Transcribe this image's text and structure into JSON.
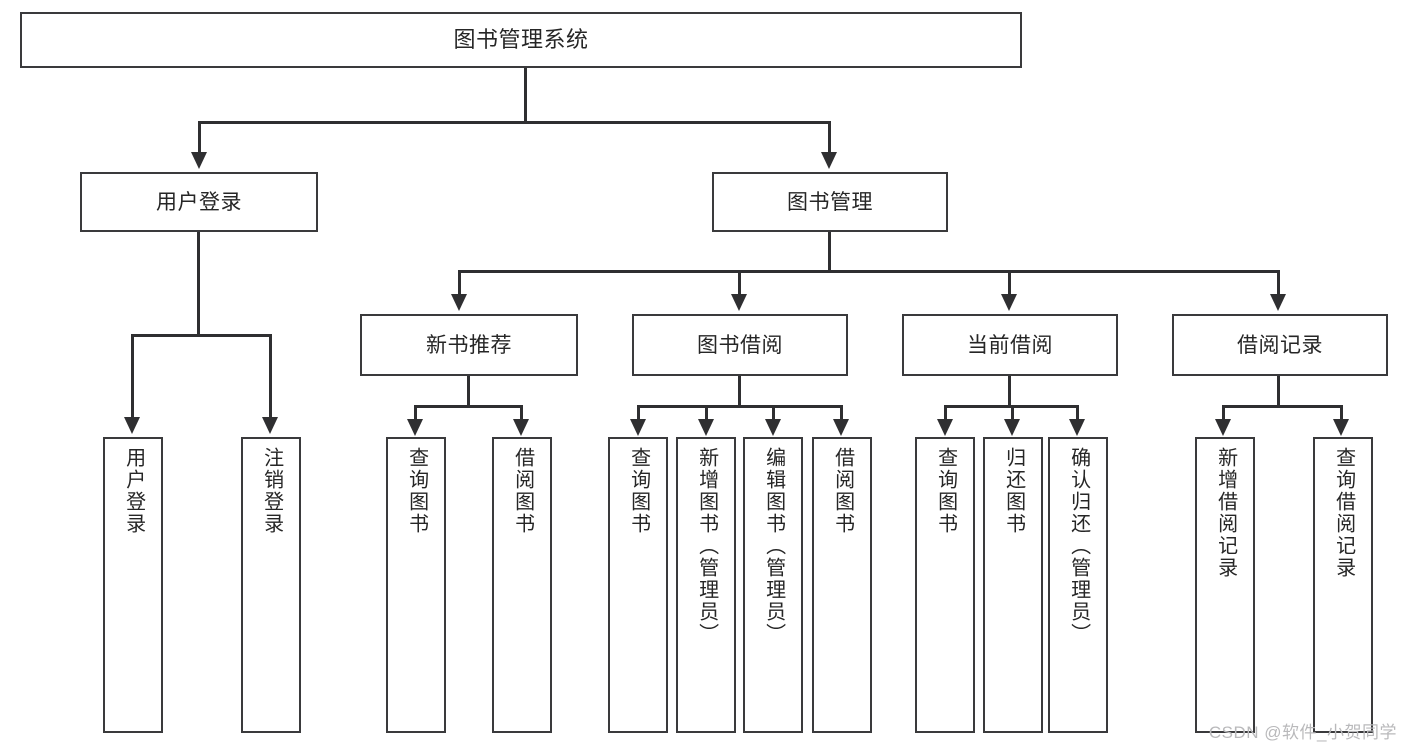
{
  "diagram": {
    "title": "图书管理系统",
    "type": "tree",
    "colors": {
      "box_border": "#3a3a3c",
      "connector": "#2f2f31",
      "text": "#262626",
      "background": "#ffffff",
      "watermark": "#b9b9bb"
    },
    "root": {
      "label": "图书管理系统"
    },
    "level1": [
      {
        "id": "user-login",
        "label": "用户登录"
      },
      {
        "id": "book-management",
        "label": "图书管理"
      }
    ],
    "level2": [
      {
        "id": "new-book-recommend",
        "label": "新书推荐"
      },
      {
        "id": "book-borrow",
        "label": "图书借阅"
      },
      {
        "id": "current-borrow",
        "label": "当前借阅"
      },
      {
        "id": "borrow-record",
        "label": "借阅记录"
      }
    ],
    "leaves": {
      "user_login": [
        {
          "id": "user-login-leaf",
          "label": "用户登录"
        },
        {
          "id": "logout-leaf",
          "label": "注销登录"
        }
      ],
      "new_book_recommend": [
        {
          "id": "query-book-1",
          "label": "查询图书"
        },
        {
          "id": "borrow-book-1",
          "label": "借阅图书"
        }
      ],
      "book_borrow": [
        {
          "id": "query-book-2",
          "label": "查询图书"
        },
        {
          "id": "add-book-admin",
          "label": "新增图书（管理员）"
        },
        {
          "id": "edit-book-admin",
          "label": "编辑图书（管理员）"
        },
        {
          "id": "borrow-book-2",
          "label": "借阅图书"
        }
      ],
      "current_borrow": [
        {
          "id": "query-book-3",
          "label": "查询图书"
        },
        {
          "id": "return-book",
          "label": "归还图书"
        },
        {
          "id": "confirm-return-admin",
          "label": "确认归还（管理员）"
        }
      ],
      "borrow_record": [
        {
          "id": "add-borrow-record",
          "label": "新增借阅记录"
        },
        {
          "id": "query-borrow-record",
          "label": "查询借阅记录"
        }
      ]
    }
  },
  "watermark": {
    "text": "CSDN @软件_小贺同学"
  }
}
